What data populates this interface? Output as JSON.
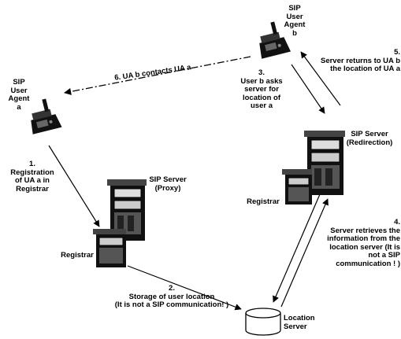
{
  "nodes": {
    "ua_a": {
      "label": "SIP\nUser\nAgent\na",
      "icon": "phone-icon"
    },
    "ua_b": {
      "label": "SIP\nUser\nAgent\nb",
      "icon": "phone-icon"
    },
    "proxy": {
      "label": "SIP Server\n(Proxy)",
      "icon": "server-icon"
    },
    "proxy_registrar": {
      "label": "Registrar",
      "icon": "server-icon"
    },
    "redirect": {
      "label": "SIP Server\n(Redirection)",
      "icon": "server-icon"
    },
    "redirect_registrar": {
      "label": "Registrar",
      "icon": "server-icon"
    },
    "location": {
      "label": "Location\nServer",
      "icon": "database-icon"
    }
  },
  "steps": {
    "s1": "1.\nRegistration\nof UA a in\nRegistrar",
    "s2": "2.\nStorage of user location\n(It is not a SIP communication! )",
    "s3": "3.\nUser b asks\nserver for\nlocation of\nuser a",
    "s4": "4.\nServer retrieves the\ninformation from the\nlocation server (It is\nnot a SIP\ncommunication ! )",
    "s5": "5.\nServer returns to UA b\nthe location of UA a",
    "s6": "6. UA b contacts UA  a"
  }
}
